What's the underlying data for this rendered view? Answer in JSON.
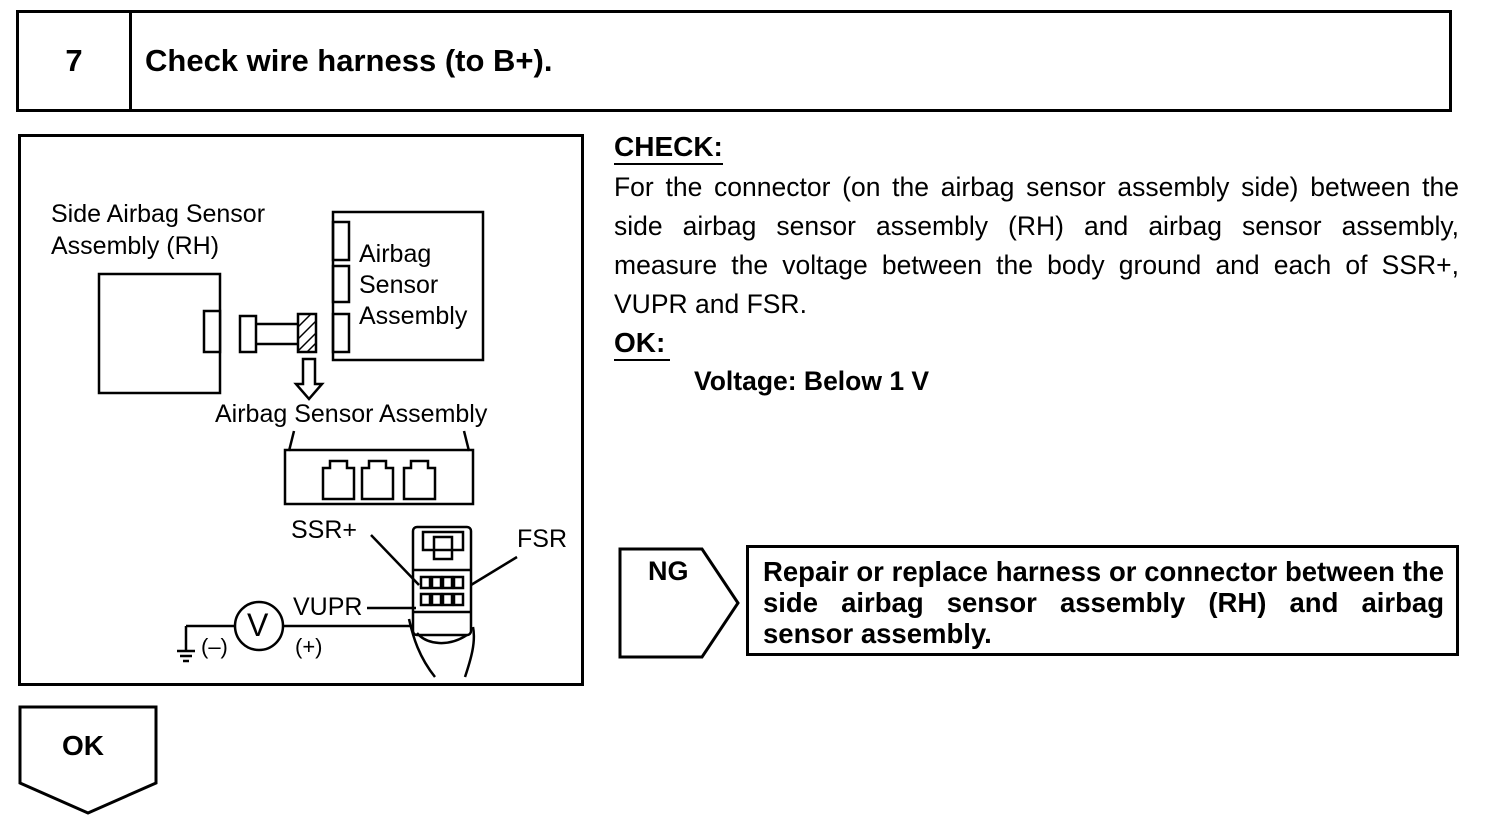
{
  "step": {
    "number": "7",
    "title": "Check wire harness (to B+)."
  },
  "figure": {
    "side_sensor_label_line1": "Side Airbag Sensor",
    "side_sensor_label_line2": "Assembly (RH)",
    "airbag_box_line1": "Airbag",
    "airbag_box_line2": "Sensor",
    "airbag_box_line3": "Assembly",
    "connector_label": "Airbag Sensor Assembly",
    "ssr_label": "SSR+",
    "fsr_label": "FSR",
    "vupr_label": "VUPR",
    "minus_label": "(–)",
    "plus_label": "(+)",
    "voltmeter_symbol": "V"
  },
  "check": {
    "heading": "CHECK:",
    "body": "For the connector (on the airbag sensor assembly side) be­tween the side airbag sensor assembly (RH) and airbag sensor assembly, measure the voltage between the body ground and each of SSR+, VUPR and FSR."
  },
  "ok_spec": {
    "heading": "OK:",
    "value": "Voltage: Below 1 V"
  },
  "ng_branch": {
    "label": "NG",
    "action": "Repair or replace harness or connector be­tween the side airbag sensor assembly (RH) and airbag sensor assembly."
  },
  "ok_branch": {
    "label": "OK"
  }
}
